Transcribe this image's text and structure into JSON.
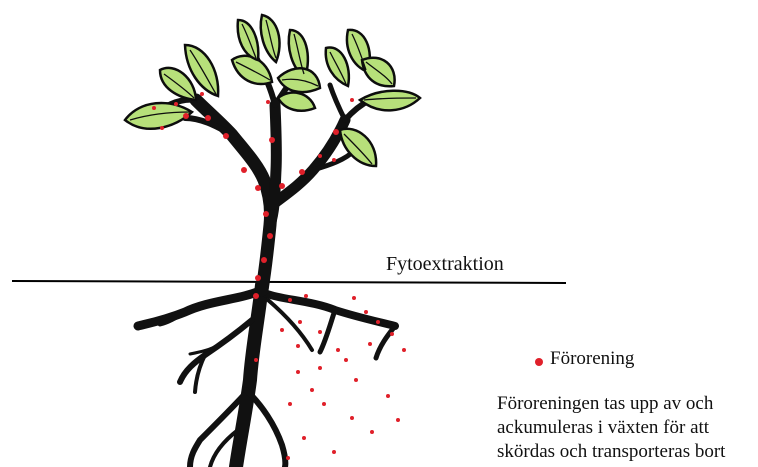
{
  "diagram": {
    "title": "Fytoextraktion",
    "legend": {
      "label": "Förorening",
      "marker_color": "#e0202a"
    },
    "description_lines": [
      "Föroreningen tas upp av och",
      "ackumuleras i växten för att",
      "skördas och transporteras bort"
    ],
    "colors": {
      "plant": "#111111",
      "leaf_fill": "#b7e07a",
      "leaf_outline": "#0d0d0d",
      "contaminant": "#e0202a",
      "ground_line": "#000000"
    },
    "icons": [
      "plant-illustration-icon",
      "contaminant-dot-icon"
    ]
  }
}
